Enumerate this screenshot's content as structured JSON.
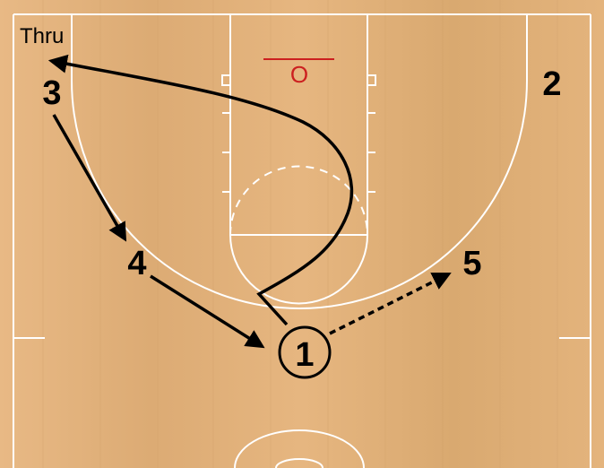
{
  "play": {
    "title": "Thru"
  },
  "players": [
    {
      "id": "p1",
      "label": "1",
      "has_ball": true
    },
    {
      "id": "p2",
      "label": "2"
    },
    {
      "id": "p3",
      "label": "3"
    },
    {
      "id": "p4",
      "label": "4"
    },
    {
      "id": "p5",
      "label": "5"
    }
  ],
  "basket_label": "O",
  "colors": {
    "floor": "#e2b27c",
    "court_lines": "#ffffff",
    "action_lines": "#000000",
    "basket": "#cc1f1f"
  }
}
